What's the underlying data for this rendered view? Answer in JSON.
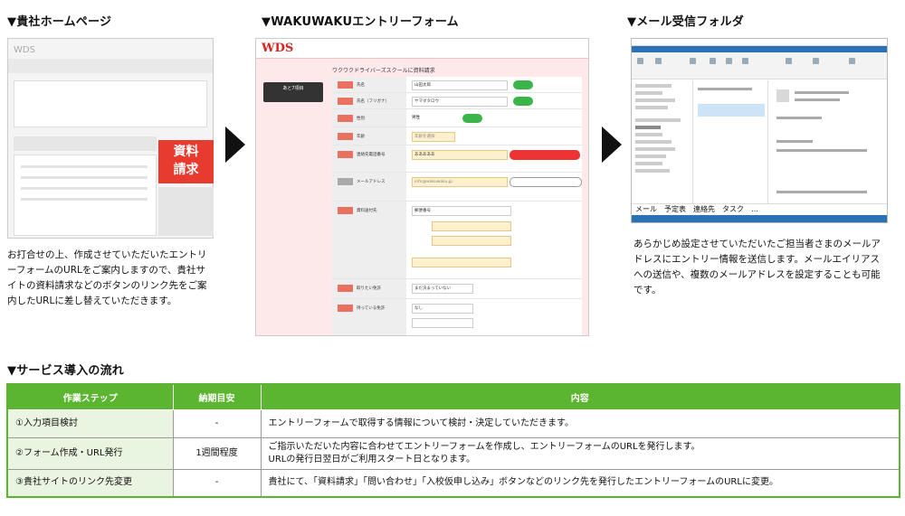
{
  "sections": {
    "homepage_title": "▼貴社ホームページ",
    "form_title": "▼WAKUWAKUエントリーフォーム",
    "mail_title": "▼メール受信フォルダ",
    "flow_title": "▼サービス導入の流れ"
  },
  "homepage": {
    "logo": "WDS",
    "request_button": "資料請求",
    "description": "お打合せの上、作成させていただいたエントリーフォームのURLをご案内しますので、貴社サイトの資料請求などのボタンのリンク先をご案内したURLに差し替えていただきます。"
  },
  "form": {
    "logo": "WDS",
    "form_heading": "ワクワクドライバーズスクールに資料請求",
    "side_note": "あと7項目",
    "fields": [
      {
        "label": "氏名",
        "value": "山田太郎"
      },
      {
        "label": "氏名（フリガナ）",
        "value": "ヤマダタロウ"
      },
      {
        "label": "性別",
        "value": "男性"
      },
      {
        "label": "年齢",
        "value": "年齢を選択"
      },
      {
        "label": "連絡先電話番号",
        "value": "あああああ"
      },
      {
        "label": "メールアドレス",
        "value": "info@wakuwaku.jp"
      },
      {
        "label": "資料送付先",
        "value": "郵便番号"
      },
      {
        "label": "取りたい免許",
        "value": "まだ決まっていない"
      },
      {
        "label": "持っている免許",
        "value": "なし"
      }
    ]
  },
  "mail": {
    "bottom_nav": "メール　予定表　連絡先　タスク　…",
    "description": "あらかじめ設定させていただいたご担当者さまのメールアドレスにエントリー情報を送信します。メールエイリアスへの送信や、複数のメールアドレスを設定することも可能です。"
  },
  "table": {
    "headers": [
      "作業ステップ",
      "納期目安",
      "内容"
    ],
    "rows": [
      {
        "step": "①入力項目検討",
        "period": "-",
        "content": "エントリーフォームで取得する情報について検討・決定していただきます。",
        "content2": ""
      },
      {
        "step": "②フォーム作成・URL発行",
        "period": "1週間程度",
        "content": "ご指示いただいた内容に合わせてエントリーフォームを作成し、エントリーフォームのURLを発行します。",
        "content2": "URLの発行日翌日がご利用スタート日となります。"
      },
      {
        "step": "③貴社サイトのリンク先変更",
        "period": "-",
        "content": "貴社にて、「資料請求」「問い合わせ」「入校仮申し込み」ボタンなどのリンク先を発行したエントリーフォームのURLに変更。",
        "content2": ""
      }
    ]
  }
}
